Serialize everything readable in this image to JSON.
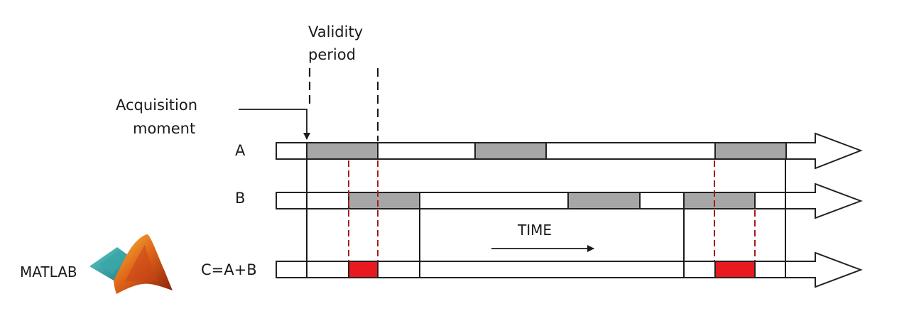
{
  "labels": {
    "validity_line1": "Validity",
    "validity_line2": "period",
    "acquisition_line1": "Acquisition",
    "acquisition_line2": "moment",
    "row_a": "A",
    "row_b": "B",
    "row_c": "C=A+B",
    "time": "TIME",
    "logo_text": "MATLAB"
  },
  "colors": {
    "valid_fill": "#a6a6a6",
    "result_fill": "#e8191f",
    "red_dash": "#a61b1b",
    "track_stroke": "#222222"
  },
  "icons": {
    "logo": "matlab-logo-icon"
  }
}
